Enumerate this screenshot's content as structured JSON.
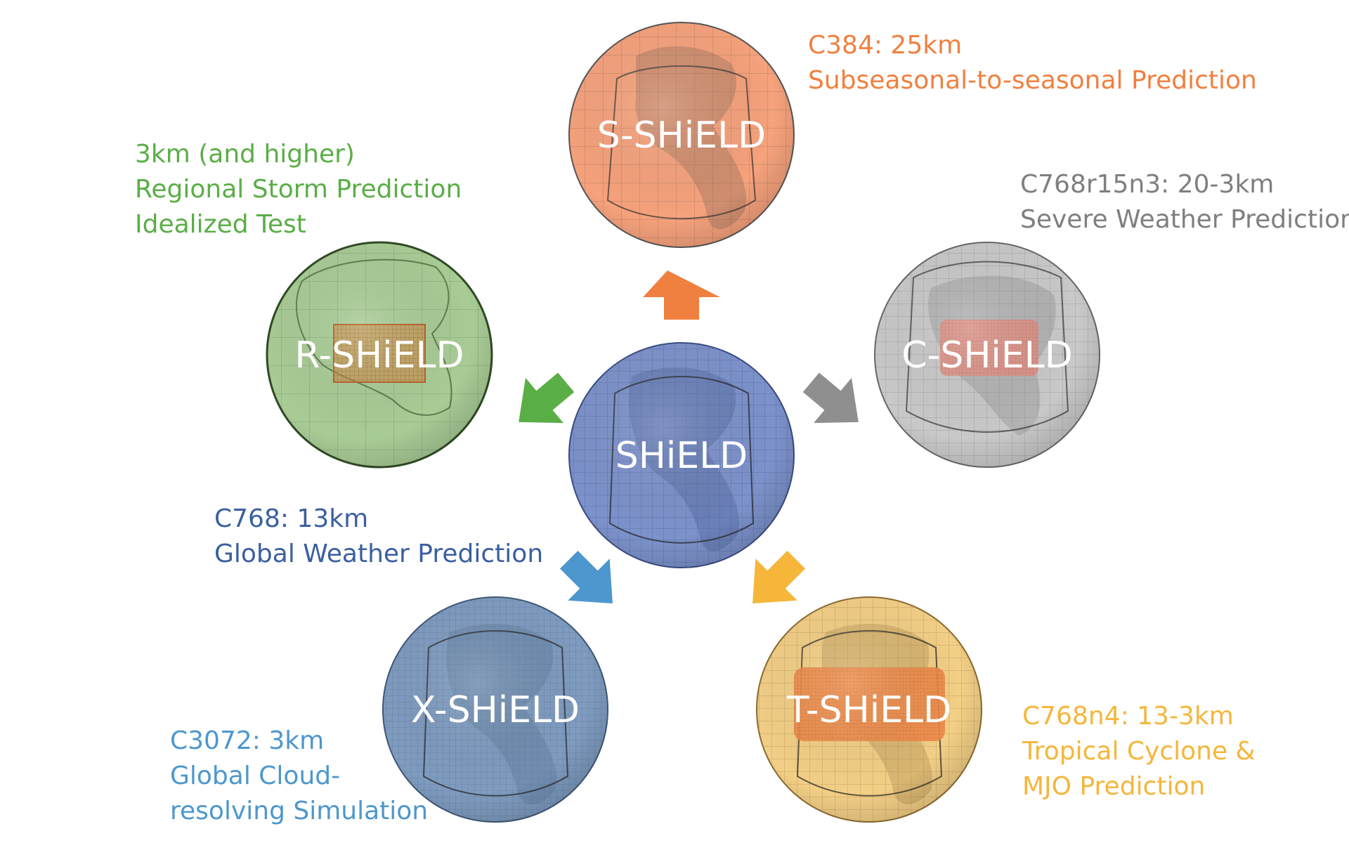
{
  "colors": {
    "orange": "#F0803F",
    "green": "#5AAE46",
    "gray": "#7F7F7F",
    "blue_dark": "#3A5FA0",
    "blue_light": "#4D97CE",
    "gold": "#F5B63A"
  },
  "center": {
    "label": "SHiELD"
  },
  "globes": [
    {
      "id": "s",
      "label": "S-SHiELD",
      "fill": "#F6A27C",
      "grid": "#8A6A58",
      "region": ""
    },
    {
      "id": "r",
      "label": "R-SHiELD",
      "fill": "#A9CC96",
      "grid": "#3D5C30",
      "region": "#D2843E"
    },
    {
      "id": "c",
      "label": "C-SHiELD",
      "fill": "#C9C9C9",
      "grid": "#8A8A8A",
      "region": "#E28D80"
    },
    {
      "id": "x",
      "label": "X-SHiELD",
      "fill": "#7F9CC0",
      "grid": "#5A7596",
      "region": ""
    },
    {
      "id": "t",
      "label": "T-SHiELD",
      "fill": "#F3CF86",
      "grid": "#A8884B",
      "region": "#EE8B4A"
    },
    {
      "id": "m",
      "label": "SHiELD",
      "fill": "#7D92CB",
      "grid": "#4A5E95",
      "region": ""
    }
  ],
  "captions": {
    "s": {
      "lines": [
        "C384: 25km",
        "Subseasonal-to-seasonal Prediction"
      ]
    },
    "r": {
      "lines": [
        "3km (and higher)",
        "Regional Storm Prediction",
        "Idealized Test"
      ]
    },
    "c": {
      "lines": [
        "C768r15n3: 20-3km",
        "Severe Weather Prediction"
      ]
    },
    "m": {
      "lines": [
        "C768: 13km",
        "Global Weather Prediction"
      ]
    },
    "x": {
      "lines": [
        "C3072: 3km",
        "Global Cloud-",
        "resolving Simulation"
      ]
    },
    "t": {
      "lines": [
        "C768n4: 13-3km",
        "Tropical Cyclone &",
        "MJO Prediction"
      ]
    }
  }
}
